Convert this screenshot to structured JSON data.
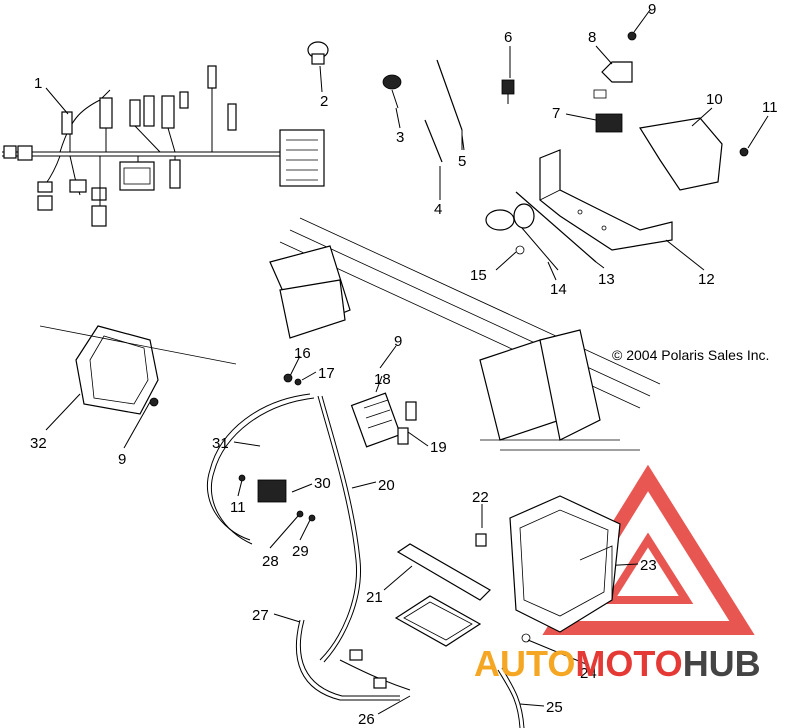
{
  "copyright": "© 2004 Polaris Sales Inc.",
  "watermark": {
    "part1": "AUTO",
    "part2": "MOTO",
    "part3": "HUB",
    "color_orange": "#f5a623",
    "color_red": "#e53935",
    "color_dark": "#444444"
  },
  "callouts": [
    "1",
    "2",
    "3",
    "4",
    "5",
    "6",
    "7",
    "8",
    "9",
    "10",
    "11",
    "12",
    "13",
    "14",
    "15",
    "16",
    "17",
    "9",
    "18",
    "19",
    "9",
    "31",
    "30",
    "20",
    "11",
    "22",
    "28",
    "29",
    "23",
    "21",
    "27",
    "24",
    "25",
    "26",
    "32"
  ]
}
